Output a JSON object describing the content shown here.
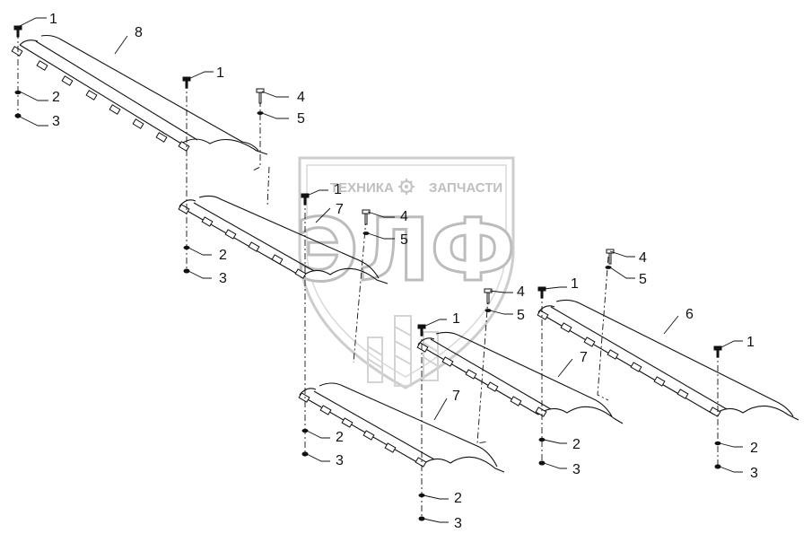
{
  "watermark": {
    "brand_left": "ТЕХНИКА",
    "brand_right": "ЗАПЧАСТИ",
    "logo_letters": "ЭЛФ"
  },
  "parts": [
    {
      "callout": "1",
      "desc": "bolt"
    },
    {
      "callout": "2",
      "desc": "washer"
    },
    {
      "callout": "3",
      "desc": "nut"
    },
    {
      "callout": "4",
      "desc": "bolt"
    },
    {
      "callout": "5",
      "desc": "washer"
    },
    {
      "callout": "6",
      "desc": "shield"
    },
    {
      "callout": "7",
      "desc": "shield"
    },
    {
      "callout": "8",
      "desc": "shield"
    }
  ]
}
